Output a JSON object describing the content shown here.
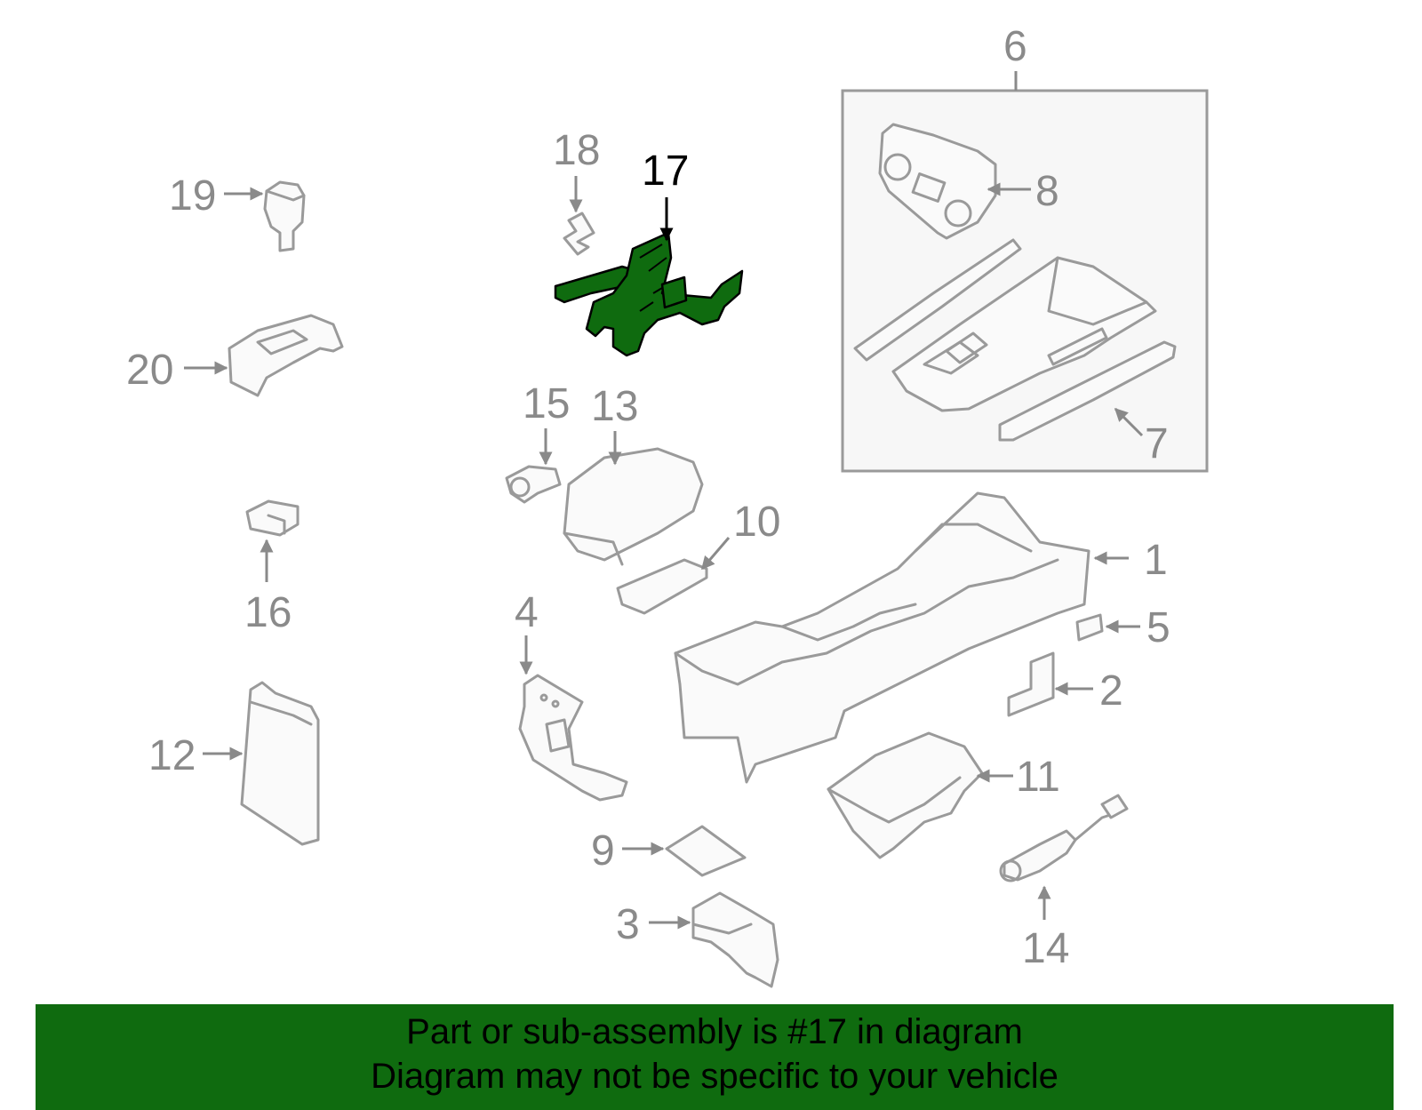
{
  "diagram": {
    "highlighted_part": "17",
    "callouts": {
      "c1": "1",
      "c2": "2",
      "c3": "3",
      "c4": "4",
      "c5": "5",
      "c6": "6",
      "c7": "7",
      "c8": "8",
      "c9": "9",
      "c10": "10",
      "c11": "11",
      "c12": "12",
      "c13": "13",
      "c14": "14",
      "c15": "15",
      "c16": "16",
      "c17": "17",
      "c18": "18",
      "c19": "19",
      "c20": "20"
    },
    "colors": {
      "highlight": "#0f6b0f",
      "line": "#9a9a9a",
      "banner": "#0f6b0f"
    }
  },
  "banner": {
    "line1": "Part or sub-assembly is #17 in diagram",
    "line2": "Diagram may not be specific to your vehicle"
  }
}
